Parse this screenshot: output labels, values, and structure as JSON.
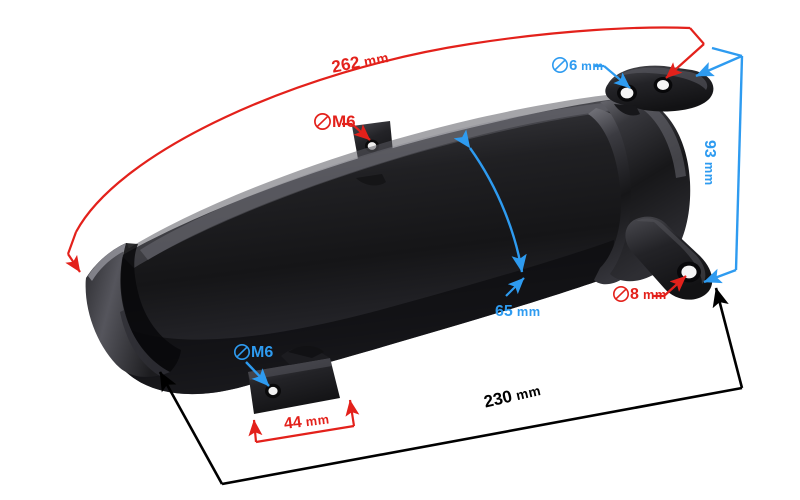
{
  "image": {
    "subject": "motorcycle exhaust heat shield",
    "background_color": "#ffffff",
    "body_color": "#1b1b1d"
  },
  "colors": {
    "red": "#e3211b",
    "blue": "#2e9bf0",
    "black": "#000000",
    "body_dark": "#141416",
    "body_mid": "#3a3a3e",
    "body_light": "#6e6e74"
  },
  "annotations": {
    "length_262": {
      "value": "262",
      "unit": "mm",
      "color": "red",
      "symbol": ""
    },
    "thread_m6_top": {
      "value": "M6",
      "unit": "",
      "color": "red",
      "symbol": "diameter"
    },
    "hole_6mm": {
      "value": "6",
      "unit": "mm",
      "color": "blue",
      "symbol": "diameter"
    },
    "height_93": {
      "value": "93",
      "unit": "mm",
      "color": "blue",
      "symbol": ""
    },
    "width_65": {
      "value": "65",
      "unit": "mm",
      "color": "blue",
      "symbol": ""
    },
    "hole_8mm": {
      "value": "8",
      "unit": "mm",
      "color": "red",
      "symbol": "diameter"
    },
    "thread_m6_bottom": {
      "value": "M6",
      "unit": "",
      "color": "blue",
      "symbol": "diameter"
    },
    "tab_44": {
      "value": "44",
      "unit": "mm",
      "color": "red",
      "symbol": ""
    },
    "length_230": {
      "value": "230",
      "unit": "mm",
      "color": "black",
      "symbol": ""
    }
  }
}
